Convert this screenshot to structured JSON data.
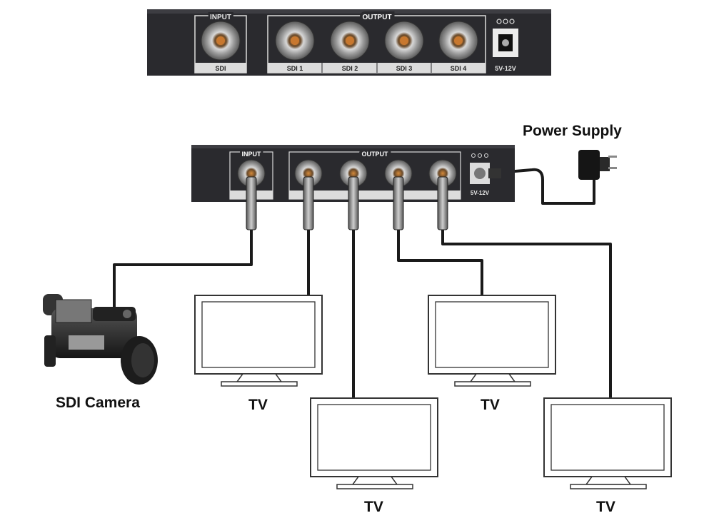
{
  "device_top": {
    "input_heading": "INPUT",
    "output_heading": "OUTPUT",
    "input_port": "SDI",
    "output_ports": [
      "SDI 1",
      "SDI 2",
      "SDI 3",
      "SDI 4"
    ],
    "power_rating": "5V-12V"
  },
  "device_wired": {
    "input_heading": "INPUT",
    "output_heading": "OUTPUT",
    "power_rating": "5V-12V"
  },
  "labels": {
    "power_supply": "Power Supply",
    "camera": "SDI Camera",
    "tv": [
      "TV",
      "TV",
      "TV",
      "TV"
    ]
  },
  "colors": {
    "device_body": "#2a2a2e",
    "cable": "#1a1a1a",
    "tv_frame": "#333333"
  }
}
